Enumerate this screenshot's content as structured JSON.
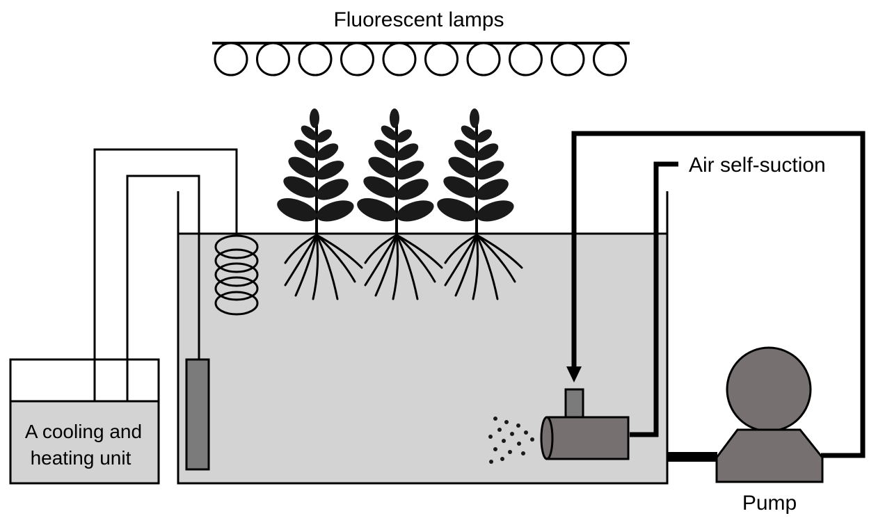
{
  "labels": {
    "lamps": "Fluorescent lamps",
    "air": "Air self-suction",
    "unit_line1": "A cooling and",
    "unit_line2": "heating unit",
    "pump": "Pump"
  },
  "lamp_count": 10,
  "plant_count": 3,
  "colors": {
    "water": "#d3d3d3",
    "device": "#767070",
    "heater": "#7b7b7b",
    "line": "#000000"
  }
}
